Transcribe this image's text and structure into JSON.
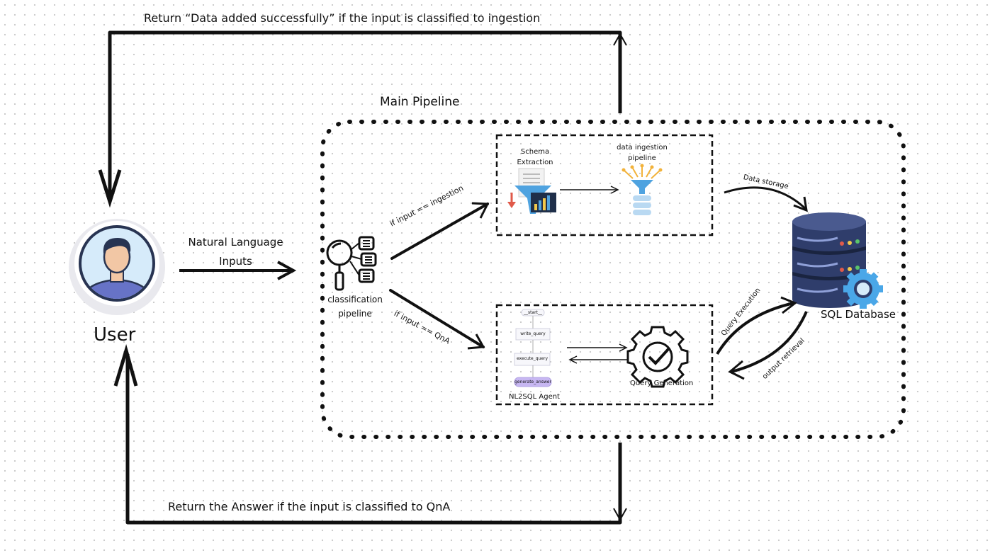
{
  "top_return_label": "Return  “Data added successfully”  if the input is  classified to ingestion",
  "bottom_return_label": "Return the  Answer if the input is  classified to QnA",
  "main_pipeline_label": "Main Pipeline",
  "user_label": "User",
  "input_label_line1": "Natural Language",
  "input_label_line2": "Inputs",
  "classification_label_line1": "classification",
  "classification_label_line2": "pipeline",
  "branch_ingestion_label": "if input == ingestion",
  "branch_qna_label": "if input == QnA",
  "schema_label_line1": "Schema",
  "schema_label_line2": "Extraction",
  "ingestion_pipeline_label_line1": "data ingestion",
  "ingestion_pipeline_label_line2": "pipeline",
  "data_storage_label": "Data storage",
  "db_label": "SQL Database",
  "query_execution_label": "Query Execution",
  "output_retrieval_label": "output retrieval",
  "agent_nodes": [
    "__start__",
    "write_query",
    "execute_query",
    "generate_answer"
  ],
  "agent_label": "NL2SQL Agent",
  "query_generation_label": "Query Generation",
  "colors": {
    "db_body": "#2f3d6b",
    "db_accent": "#4a5a8f",
    "gear": "#4aa7e8",
    "funnel": "#4fa3e0",
    "avatar_bg": "#d6ebfa",
    "shirt": "#6773c7",
    "node_highlight": "#c7b7f2"
  }
}
